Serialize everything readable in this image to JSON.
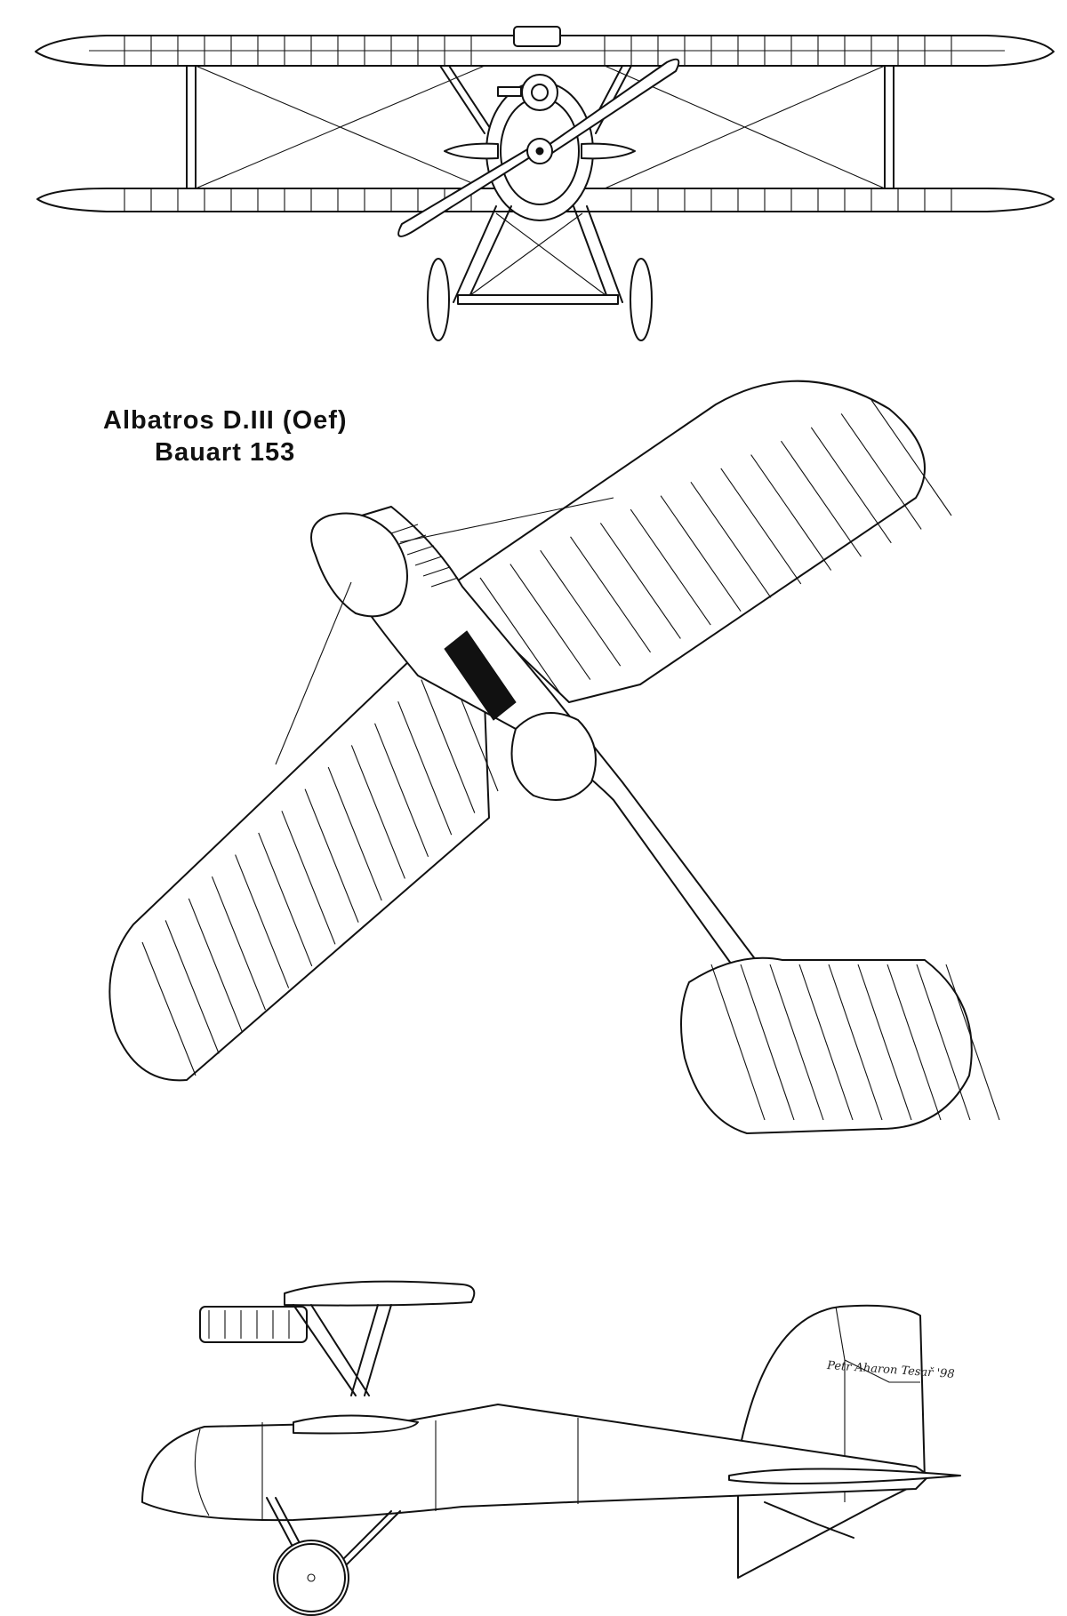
{
  "drawing": {
    "title_line1": "Albatros D.III (Oef)",
    "title_line2": "Bauart 153",
    "signature": "Petr Aharon Tesař '98",
    "line_color": "#111111",
    "background_color": "#ffffff"
  }
}
